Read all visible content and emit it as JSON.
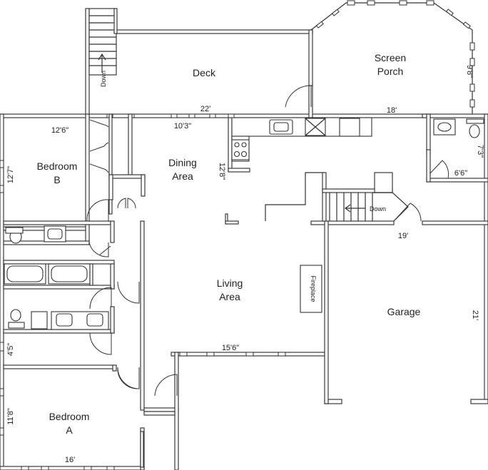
{
  "rooms": {
    "deck": "Deck",
    "screen_porch_1": "Screen",
    "screen_porch_2": "Porch",
    "dining_1": "Dining",
    "dining_2": "Area",
    "bedroom_b_1": "Bedroom",
    "bedroom_b_2": "B",
    "living_1": "Living",
    "living_2": "Area",
    "garage": "Garage",
    "bedroom_a_1": "Bedroom",
    "bedroom_a_2": "A",
    "fireplace": "Fireplace"
  },
  "dimensions": {
    "deck_width": "22'",
    "dining_width": "10'3\"",
    "dining_depth": "12'8\"",
    "bedroom_b_width": "12'6\"",
    "bedroom_b_depth": "12'7\"",
    "porch_width": "18'",
    "porch_depth": "9'8\"",
    "bath_depth": "7'3\"",
    "bath_width": "6'6\"",
    "garage_width": "19'",
    "garage_depth": "21'",
    "living_width": "15'6\"",
    "hall_depth": "4'5\"",
    "bedroom_a_depth": "11'8\"",
    "bedroom_a_width": "16'"
  },
  "labels": {
    "stairs_down_deck": "Down",
    "stairs_down_basement": "Down"
  },
  "colors": {
    "wall_outline": "#3a3a3a",
    "wall_fill": "#cfcfcf",
    "background": "#ffffff"
  }
}
